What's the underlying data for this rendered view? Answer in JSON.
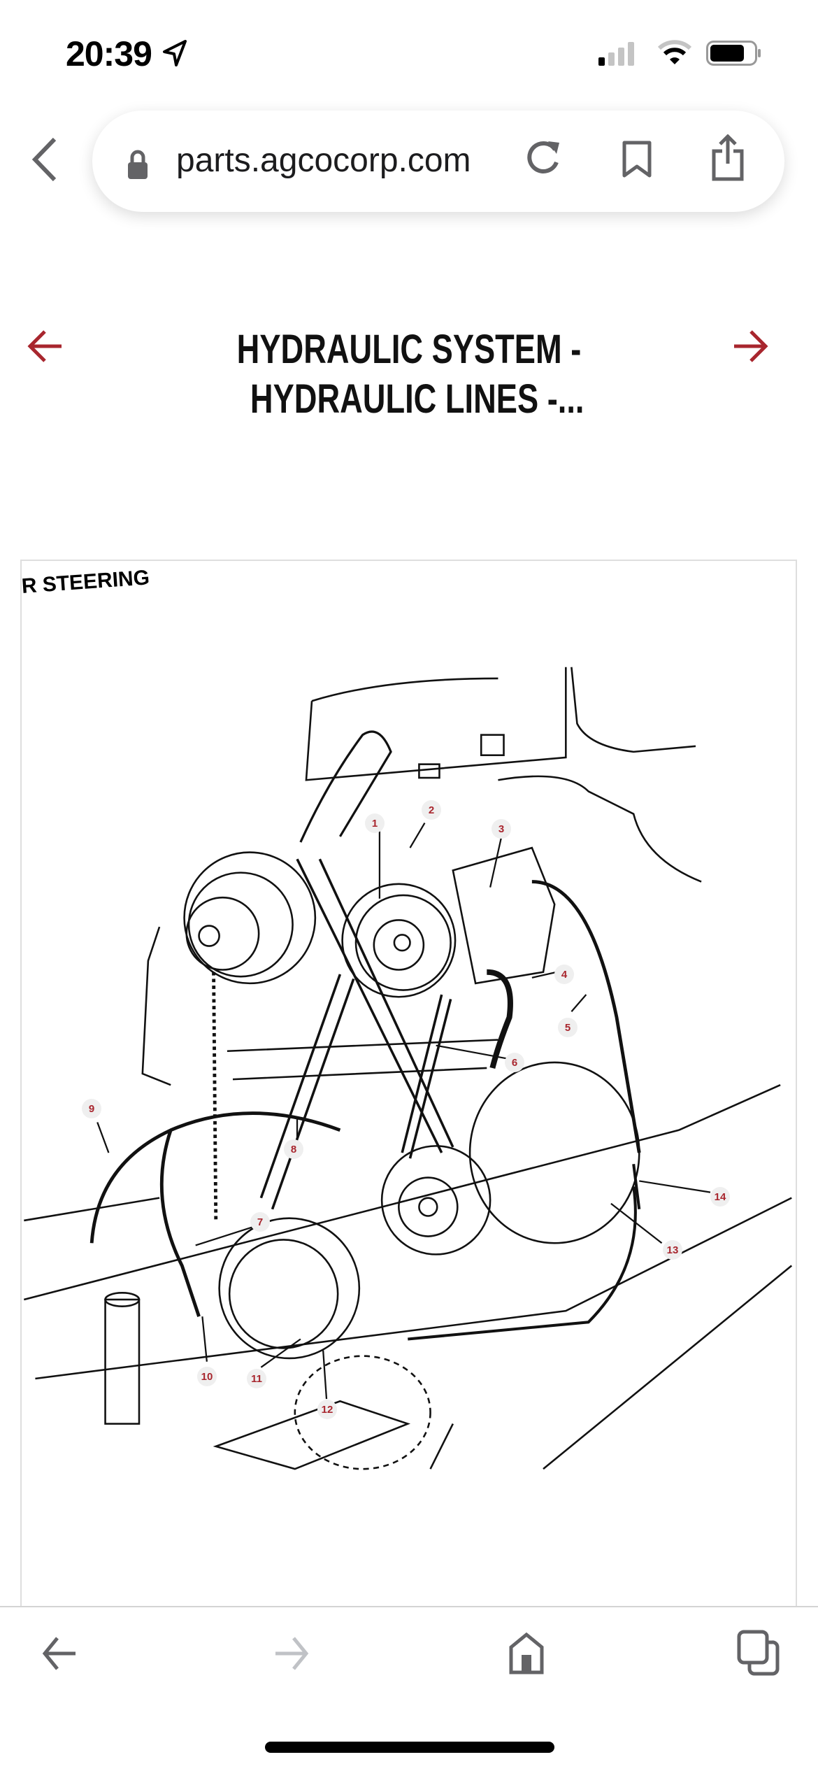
{
  "status_bar": {
    "time": "20:39",
    "icons": [
      "location-arrow-icon",
      "cellular-signal-icon",
      "wifi-icon",
      "battery-icon"
    ]
  },
  "browser": {
    "url": "parts.agcocorp.com",
    "icons": [
      "back-chevron-icon",
      "lock-icon",
      "reload-icon",
      "bookmark-icon",
      "share-icon"
    ]
  },
  "page": {
    "title_line1": "HYDRAULIC SYSTEM -",
    "title_line2": "HYDRAULIC LINES -...",
    "accent": "#a8262e"
  },
  "diagram": {
    "caption": "R STEERING",
    "callouts": [
      "1",
      "2",
      "3",
      "4",
      "5",
      "6",
      "7",
      "8",
      "9",
      "10",
      "11",
      "12",
      "13",
      "14"
    ]
  },
  "bottom_toolbar": {
    "icons": [
      "back-arrow-icon",
      "forward-arrow-icon",
      "home-icon",
      "tabs-icon"
    ]
  }
}
